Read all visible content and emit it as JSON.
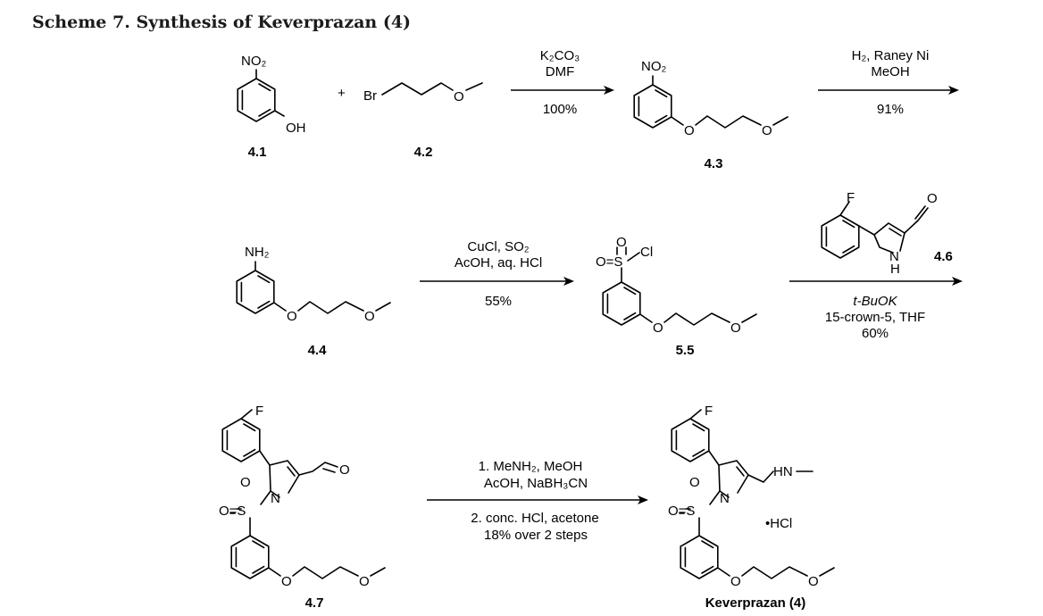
{
  "title": "Scheme 7. Synthesis of Keverprazan (4)",
  "compounds": {
    "c41": {
      "label": "4.1",
      "atoms": {
        "no2": "NO₂",
        "oh": "OH"
      }
    },
    "c42": {
      "label": "4.2",
      "atoms": {
        "br": "Br",
        "o": "O"
      }
    },
    "c43": {
      "label": "4.3",
      "atoms": {
        "no2": "NO₂",
        "o1": "O",
        "o2": "O"
      }
    },
    "c44": {
      "label": "4.4",
      "atoms": {
        "nh2": "NH₂",
        "o1": "O",
        "o2": "O"
      }
    },
    "c55": {
      "label": "5.5",
      "atoms": {
        "o_top": "O",
        "o_left": "O=S",
        "cl": "Cl",
        "o1": "O",
        "o2": "O"
      }
    },
    "c46": {
      "label": "4.6",
      "atoms": {
        "f": "F",
        "o": "O",
        "n": "N",
        "h": "H"
      }
    },
    "c47": {
      "label": "4.7",
      "atoms": {
        "f": "F",
        "o_ald": "O",
        "n": "N",
        "so2": "O=S",
        "o_s": "O",
        "o1": "O",
        "o2": "O"
      }
    },
    "c4": {
      "label": "Keverprazan (4)",
      "atoms": {
        "f": "F",
        "hn": "HN",
        "n": "N",
        "so2": "O=S",
        "o_s": "O",
        "hcl": "•HCl",
        "o1": "O",
        "o2": "O"
      }
    }
  },
  "plus_sign": "+",
  "conditions": {
    "step1": {
      "line1": "K₂CO₃",
      "line2": "DMF",
      "line3": "100%"
    },
    "step2": {
      "line1": "H₂, Raney Ni",
      "line2": "MeOH",
      "line3": "91%"
    },
    "step3": {
      "line1": "CuCl, SO₂",
      "line2": "AcOH, aq. HCl",
      "line3": "55%"
    },
    "step4": {
      "line1": "t-BuOK",
      "line2": "15-crown-5, THF",
      "line3": "60%"
    },
    "step5": {
      "line1": "1. MeNH₂, MeOH",
      "line2": "AcOH, NaBH₃CN",
      "line3": "2. conc. HCl, acetone",
      "line4": "18% over 2 steps"
    }
  }
}
